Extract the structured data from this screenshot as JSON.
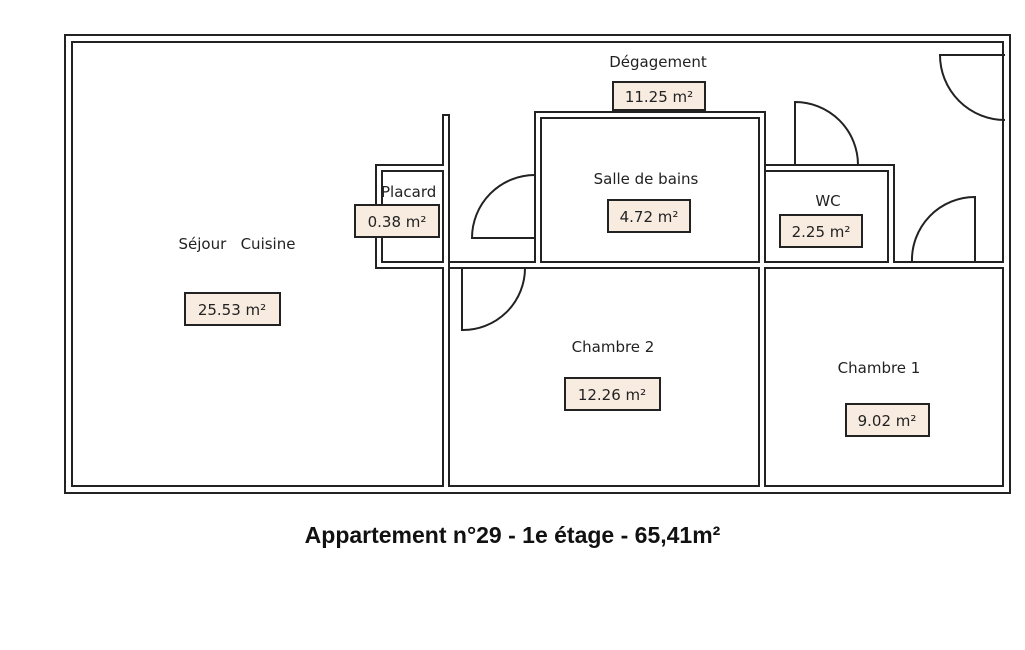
{
  "plan_title": "Appartement n°29 - 1e étage - 65,41m²",
  "rooms": {
    "degagement": {
      "name": "Dégagement",
      "area": "11.25 m²"
    },
    "sejour": {
      "name": "Séjour   Cuisine",
      "area": "25.53 m²"
    },
    "placard": {
      "name": "Placard",
      "area": "0.38 m²"
    },
    "salle_de_bains": {
      "name": "Salle de bains",
      "area": "4.72 m²"
    },
    "wc": {
      "name": "WC",
      "area": "2.25 m²"
    },
    "chambre2": {
      "name": "Chambre 2",
      "area": "12.26 m²"
    },
    "chambre1": {
      "name": "Chambre 1",
      "area": "9.02 m²"
    }
  },
  "colors": {
    "wall": "#222222",
    "area_label_bg": "#f8ece1"
  }
}
